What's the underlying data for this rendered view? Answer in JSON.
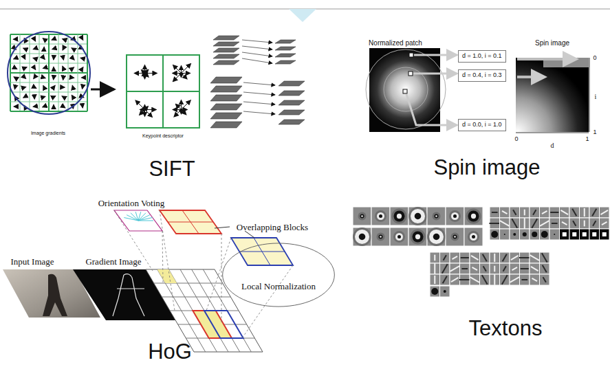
{
  "diagram": {
    "nodes": [
      {
        "text": [
          "d = 1.0, i = 0.1"
        ]
      },
      {
        "text": [
          "d = 0.4, i = 0.3"
        ]
      },
      {
        "text": [
          "d = 0.0, i = 1.0"
        ]
      },
      {
        "text": [
          "Local Normalization"
        ]
      }
    ],
    "labels": [
      "Image gradients",
      "Keypoint descriptor",
      "SIFT",
      "Normalized patch",
      "Spin image",
      "0",
      "i",
      "1",
      "0",
      "d",
      "1",
      "Spin image",
      "Orientation Voting",
      "Overlapping Blocks",
      "Input Image",
      "Gradient Image",
      "HoG",
      "Textons"
    ]
  }
}
